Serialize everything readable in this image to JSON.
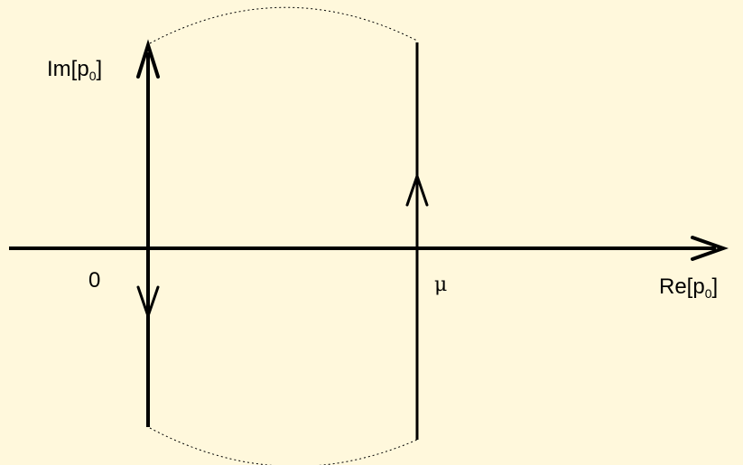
{
  "labels": {
    "im_axis_prefix": "Im[p",
    "im_axis_sub": "0",
    "im_axis_suffix": "]",
    "re_axis_prefix": "Re[p",
    "re_axis_sub": "0",
    "re_axis_suffix": "]",
    "origin": "0",
    "mu": "μ"
  },
  "colors": {
    "background": "#fff8dc",
    "stroke": "#000000"
  }
}
